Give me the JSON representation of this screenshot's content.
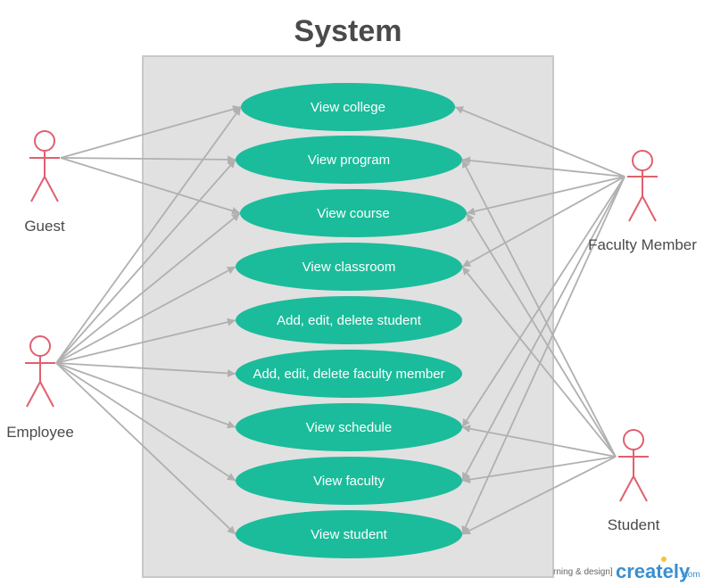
{
  "title": "System",
  "colors": {
    "boundary_fill": "#e1e1e1",
    "boundary_stroke": "#c8c8c8",
    "use_case": "#1bbc9b",
    "actor": "#e0606e",
    "line": "#b0b0b0",
    "title": "#4a4a4a"
  },
  "actors": [
    {
      "id": "guest",
      "label": "Guest"
    },
    {
      "id": "employee",
      "label": "Employee"
    },
    {
      "id": "faculty",
      "label": "Faculty Member"
    },
    {
      "id": "student",
      "label": "Student"
    }
  ],
  "use_cases": [
    {
      "id": "college",
      "label": "View  college"
    },
    {
      "id": "program",
      "label": "View program"
    },
    {
      "id": "course",
      "label": "View course"
    },
    {
      "id": "classroom",
      "label": "View classroom"
    },
    {
      "id": "add_student",
      "label": "Add, edit, delete  student"
    },
    {
      "id": "add_faculty",
      "label": "Add, edit, delete  faculty member"
    },
    {
      "id": "schedule",
      "label": "View schedule"
    },
    {
      "id": "faculty_view",
      "label": "View faculty"
    },
    {
      "id": "student_view",
      "label": "View student"
    }
  ],
  "associations": [
    [
      "guest",
      "college"
    ],
    [
      "guest",
      "program"
    ],
    [
      "guest",
      "course"
    ],
    [
      "employee",
      "college"
    ],
    [
      "employee",
      "program"
    ],
    [
      "employee",
      "course"
    ],
    [
      "employee",
      "classroom"
    ],
    [
      "employee",
      "add_student"
    ],
    [
      "employee",
      "add_faculty"
    ],
    [
      "employee",
      "schedule"
    ],
    [
      "employee",
      "faculty_view"
    ],
    [
      "employee",
      "student_view"
    ],
    [
      "faculty",
      "college"
    ],
    [
      "faculty",
      "program"
    ],
    [
      "faculty",
      "course"
    ],
    [
      "faculty",
      "classroom"
    ],
    [
      "faculty",
      "schedule"
    ],
    [
      "faculty",
      "faculty_view"
    ],
    [
      "faculty",
      "student_view"
    ],
    [
      "student",
      "program"
    ],
    [
      "student",
      "course"
    ],
    [
      "student",
      "classroom"
    ],
    [
      "student",
      "schedule"
    ],
    [
      "student",
      "faculty_view"
    ],
    [
      "student",
      "student_view"
    ]
  ],
  "watermark": {
    "text": "rning & design]",
    "logo": "creately",
    "suffix": ".com"
  }
}
